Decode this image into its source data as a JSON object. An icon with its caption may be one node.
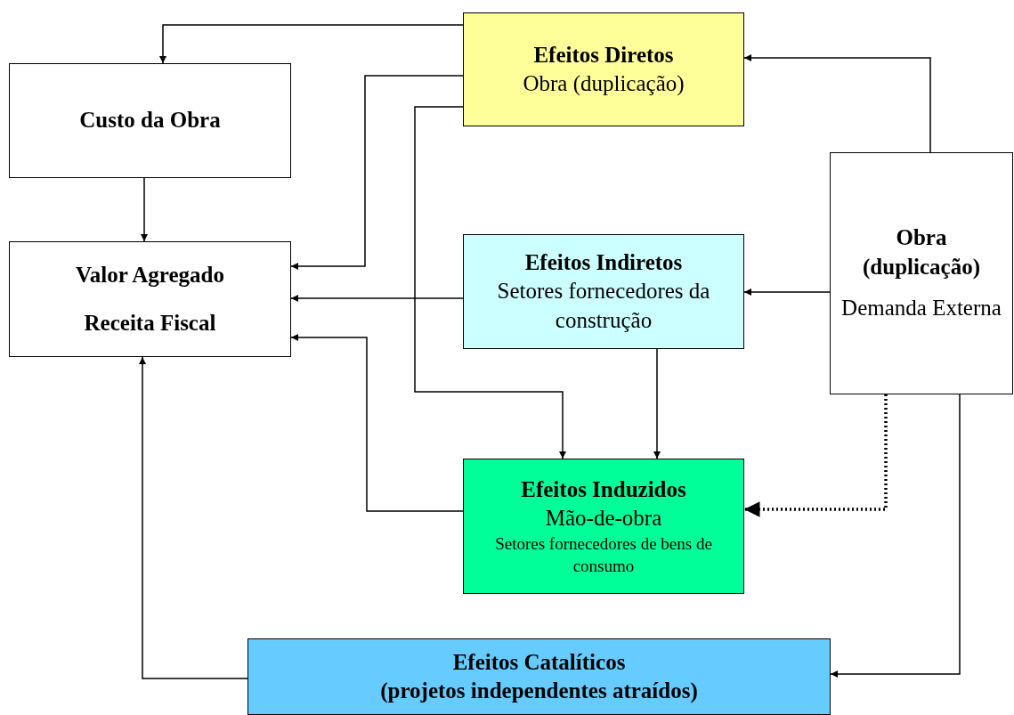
{
  "diagram": {
    "nodes": [
      {
        "text": [
          "Efeitos Diretos",
          "Obra (duplicação)"
        ]
      },
      {
        "text": [
          "Custo da Obra"
        ]
      },
      {
        "text": [
          "Valor Agregado",
          "Receita Fiscal"
        ]
      },
      {
        "text": [
          "Efeitos Indiretos",
          "Setores fornecedores da construção"
        ]
      },
      {
        "text": [
          "Obra (duplicação)",
          "Demanda Externa"
        ]
      },
      {
        "text": [
          "Efeitos Induzidos",
          "Mão-de-obra",
          "Setores fornecedores de bens de consumo"
        ]
      },
      {
        "text": [
          "Efeitos Catalíticos",
          "(projetos independentes atraídos)"
        ]
      }
    ],
    "edges": [
      {
        "from": 0,
        "to": 1,
        "arrow": "to"
      },
      {
        "from": 0,
        "to": 2,
        "arrow": "to"
      },
      {
        "from": 0,
        "to": 5,
        "arrow": "to"
      },
      {
        "from": 1,
        "to": 2,
        "arrow": "to"
      },
      {
        "from": 3,
        "to": 2,
        "arrow": "to"
      },
      {
        "from": 5,
        "to": 2,
        "arrow": "to"
      },
      {
        "from": 3,
        "to": 5,
        "arrow": "to"
      },
      {
        "from": 4,
        "to": 0,
        "arrow": "to"
      },
      {
        "from": 4,
        "to": 3,
        "arrow": "to"
      },
      {
        "from": 4,
        "to": 5,
        "arrow": "to",
        "style": "dashed"
      },
      {
        "from": 4,
        "to": 6,
        "arrow": "to"
      },
      {
        "from": 6,
        "to": 2,
        "arrow": "to"
      }
    ]
  }
}
